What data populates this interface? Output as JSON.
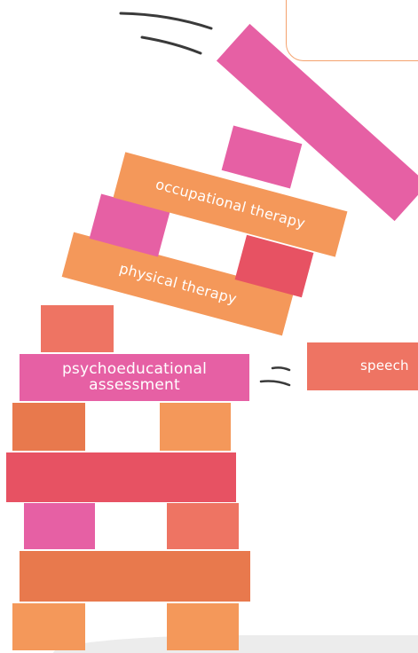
{
  "labels": {
    "occupational_therapy": "occupational therapy",
    "physical_therapy": "physical therapy",
    "psychoeducational_line1": "psychoeducational",
    "psychoeducational_line2": "assessment",
    "speech": "speech"
  },
  "colors": {
    "orange": "#f4985a",
    "pink": "#e660a4",
    "red": "#e75263",
    "salmon": "#ee7463",
    "dark_orange": "#e8794d",
    "callout_border": "#f4a26e",
    "motion_lines": "#3a3a3a"
  }
}
